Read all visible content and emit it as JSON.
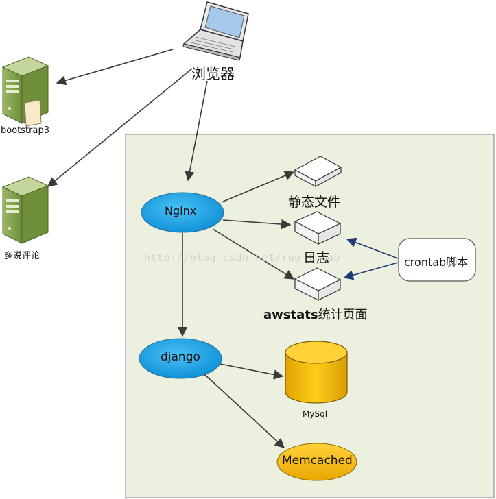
{
  "browser": {
    "label": "浏览器",
    "icon": "laptop-icon"
  },
  "servers": [
    {
      "label": "bootstrap3",
      "icon": "server-icon"
    },
    {
      "label": "多说评论",
      "icon": "server-icon"
    }
  ],
  "nodes": {
    "nginx": "Nginx",
    "django": "django",
    "memcached": "Memcached",
    "mysql": "MySql",
    "crontab": "crontab脚本",
    "static_files": "静态文件",
    "logs": "日志",
    "awstats_bold": "awstats",
    "awstats_rest": "统计页面"
  },
  "watermark": "http://blog.csdn.net/ruo   l_tao",
  "colors": {
    "server_panel": "#ebf1de",
    "ellipse_blue": "#0f9be0",
    "ellipse_gold": "#f2b800",
    "arrow_dark": "#3a3a3a",
    "arrow_navy": "#1f3a7a"
  }
}
